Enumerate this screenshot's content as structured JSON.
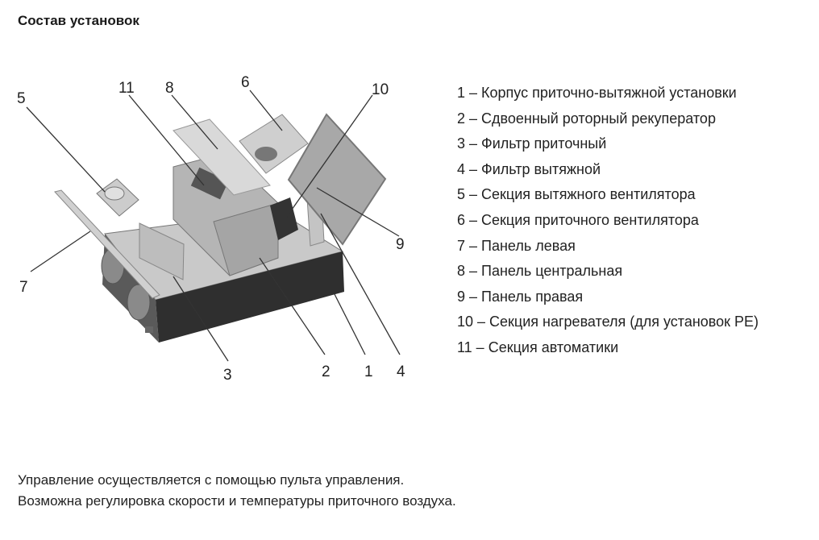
{
  "title": "Состав установок",
  "callouts": [
    "1",
    "2",
    "3",
    "4",
    "5",
    "6",
    "7",
    "8",
    "9",
    "10",
    "11"
  ],
  "legend": [
    "1 – Корпус приточно-вытяжной установки",
    "2 – Сдвоенный роторный рекуператор",
    "3 – Фильтр приточный",
    "4 – Фильтр вытяжной",
    "5 – Секция вытяжного вентилятора",
    "6 – Секция приточного вентилятора",
    "7 – Панель левая",
    "8 – Панель центральная",
    "9 – Панель правая",
    "10 – Секция нагревателя (для установок РЕ)",
    "11 – Секция автоматики"
  ],
  "footer": [
    "Управление осуществляется с помощью пульта управления.",
    "Возможна регулировка скорости и температуры приточного воздуха."
  ]
}
